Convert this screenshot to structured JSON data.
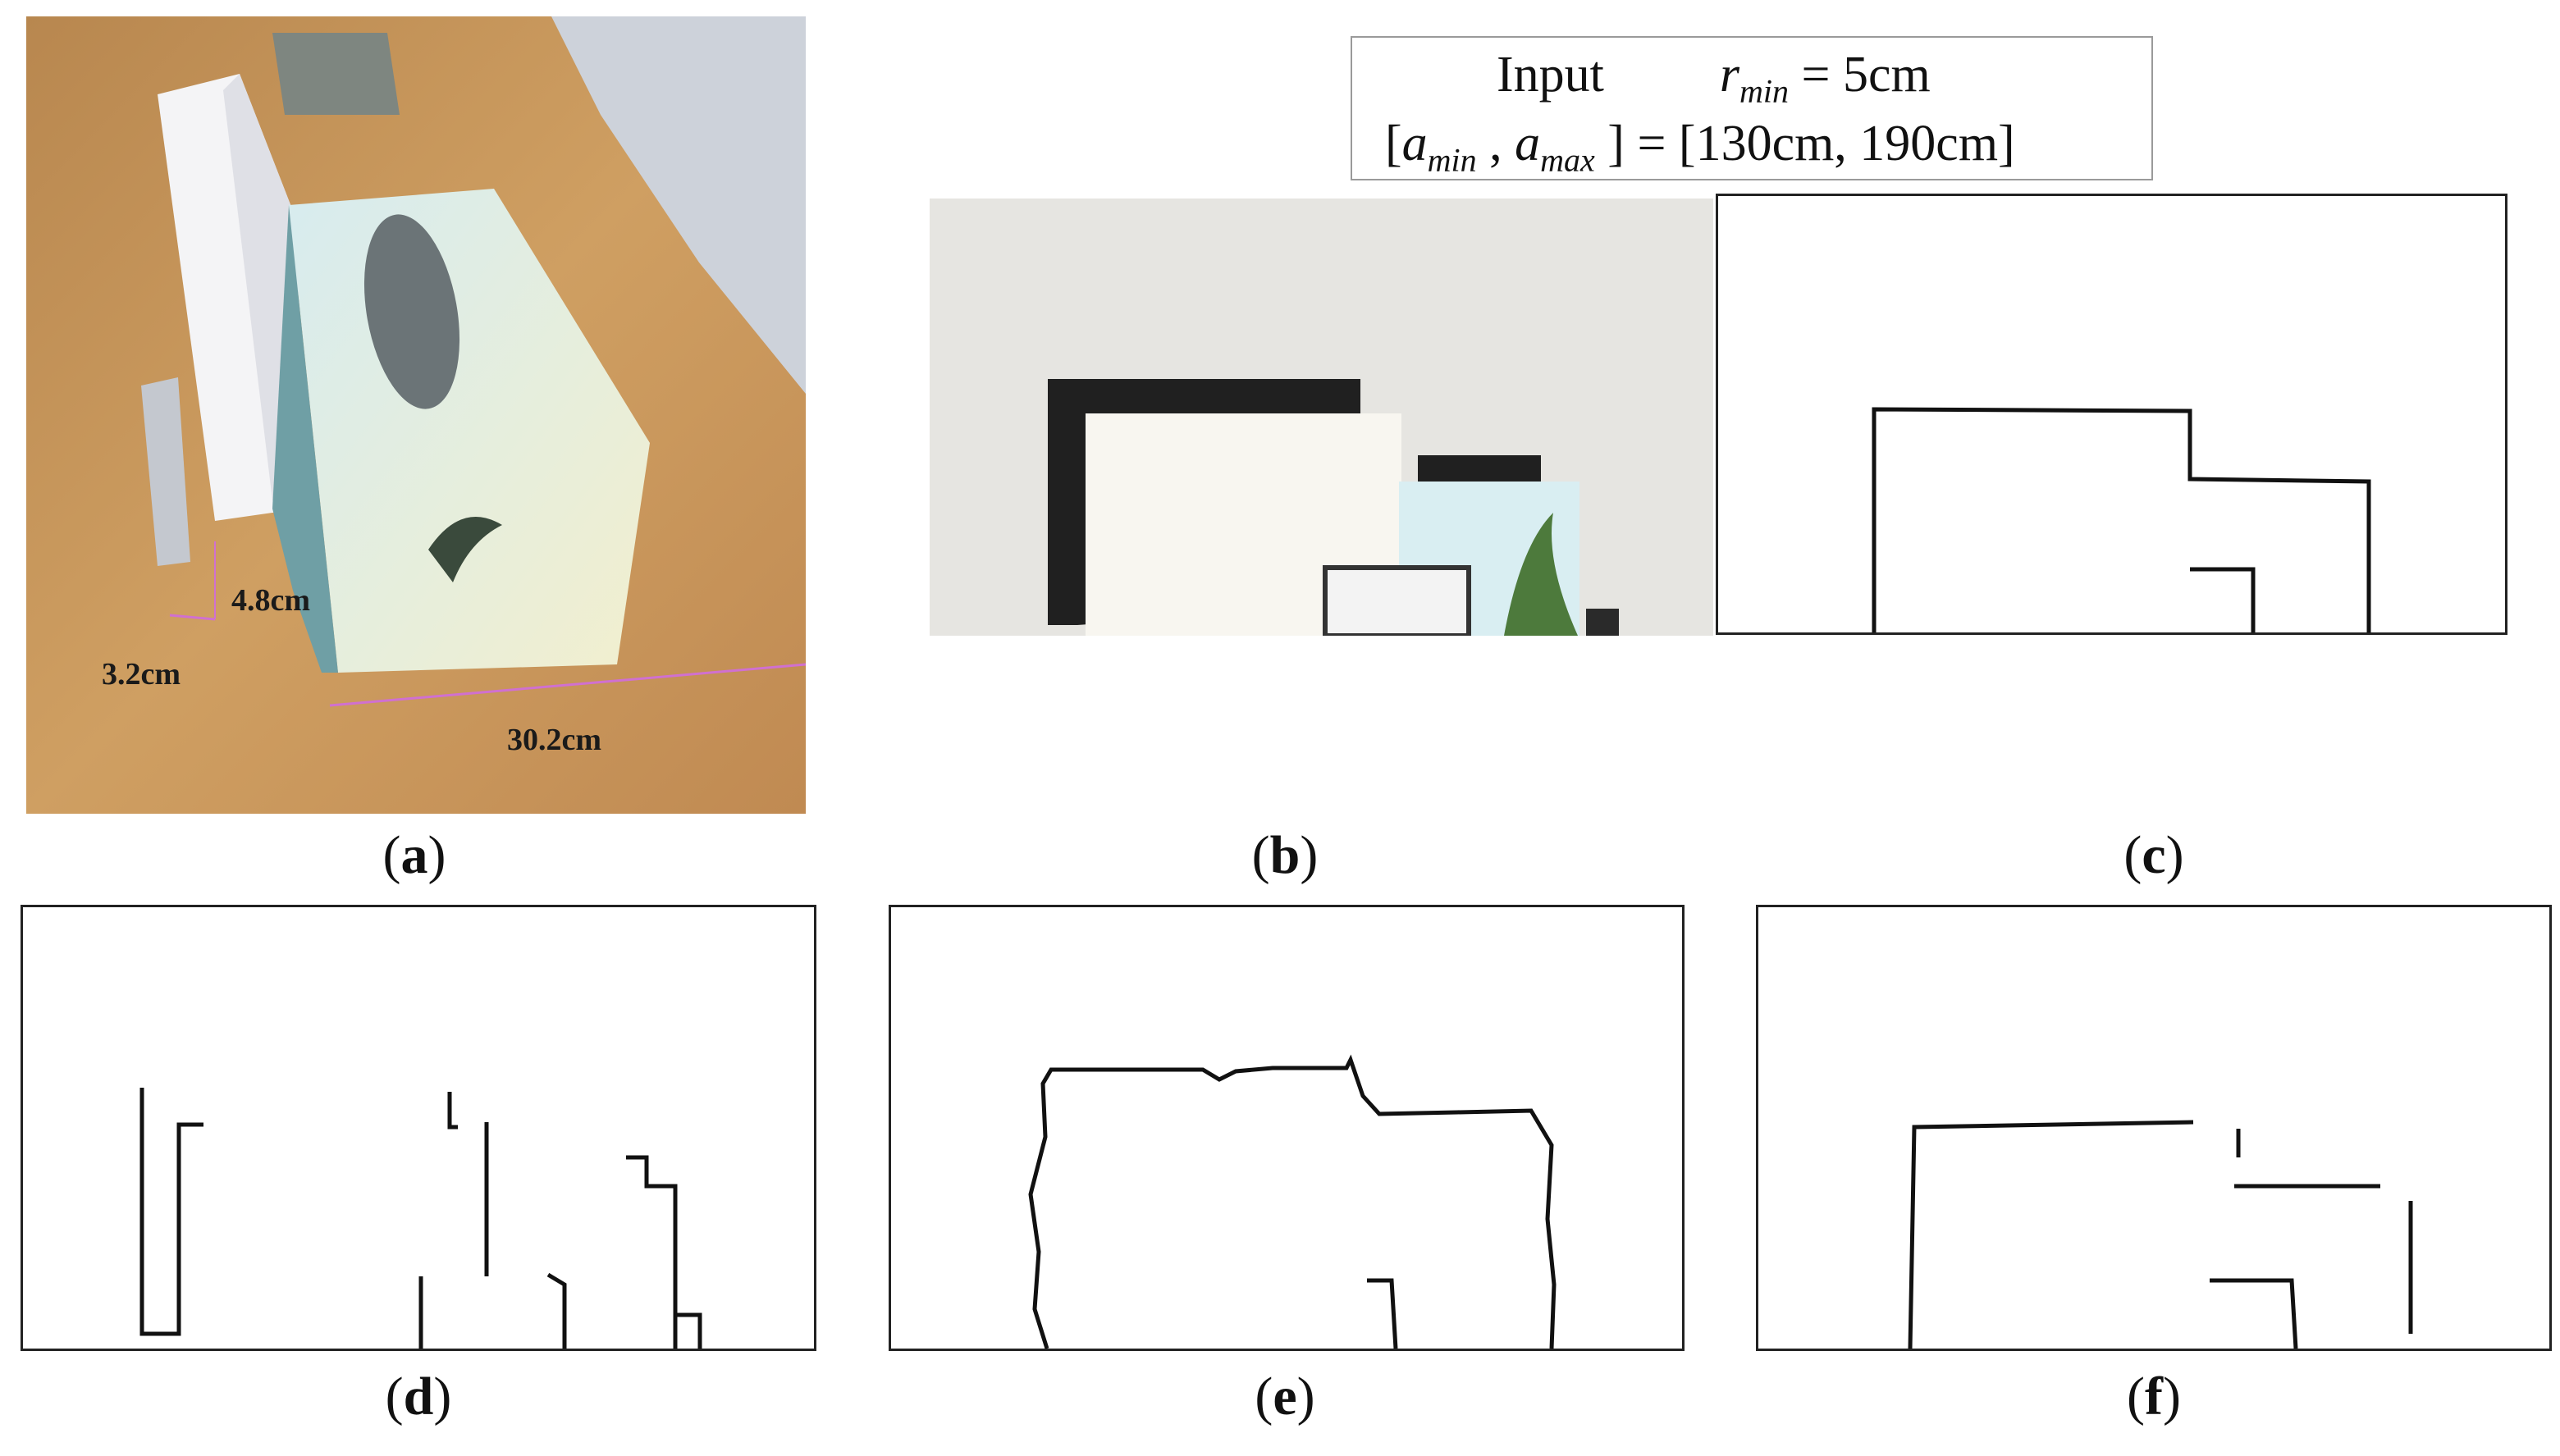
{
  "panel_labels": {
    "a": "a",
    "b": "b",
    "c": "c",
    "d": "d",
    "e": "e",
    "f": "f"
  },
  "input_box": {
    "title": "Input",
    "r_symbol": "r",
    "r_sub": "min",
    "r_value": "=  5cm",
    "a_min_symbol": "a",
    "a_min_sub": "min",
    "a_max_symbol": "a",
    "a_max_sub": "max",
    "range_value": "= [130cm, 190cm]"
  },
  "photo_measurements": {
    "m1": "3.2cm",
    "m2": "4.8cm",
    "m3": "30.2cm"
  },
  "colors": {
    "table": "#c89a5e",
    "wall": "#e8e6e2",
    "line": "#111111",
    "dim_line": "#d070d0"
  }
}
